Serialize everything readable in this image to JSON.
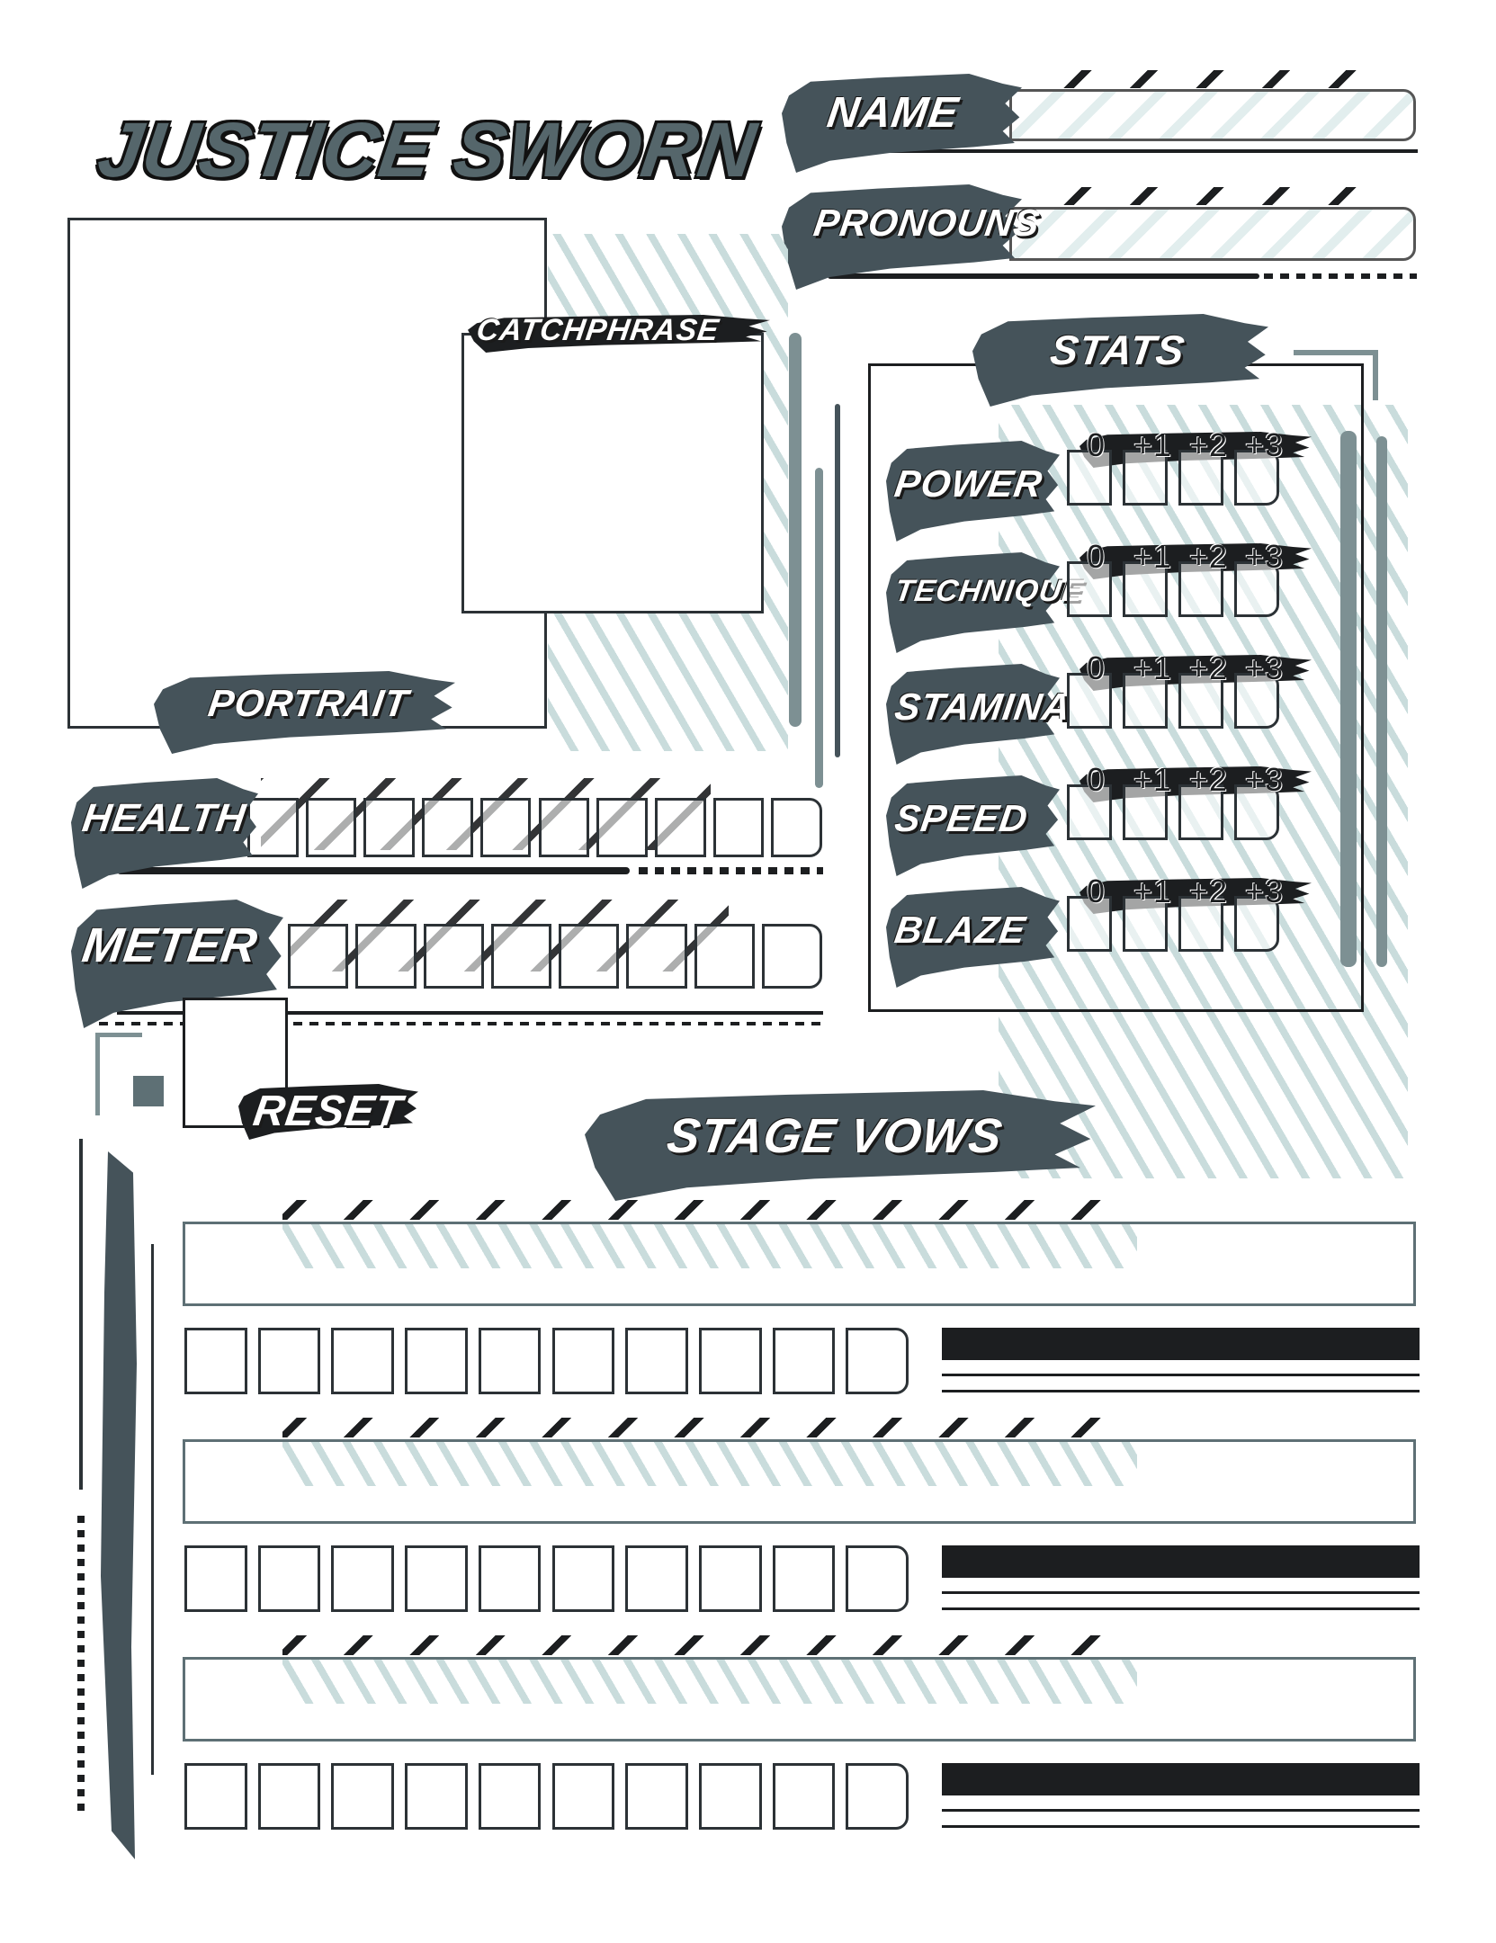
{
  "title": "Justice Sworn",
  "labels": {
    "name": "Name",
    "pronouns": "Pronouns",
    "catchphrase": "Catchphrase",
    "portrait": "Portrait",
    "stats": "Stats",
    "health": "Health",
    "meter": "Meter",
    "reset": "Reset",
    "stage_vows": "Stage Vows"
  },
  "stats": [
    {
      "name": "Power"
    },
    {
      "name": "Technique"
    },
    {
      "name": "Stamina"
    },
    {
      "name": "Speed"
    },
    {
      "name": "Blaze"
    }
  ],
  "stat_values": [
    "0",
    "+1",
    "+2",
    "+3"
  ],
  "health_boxes": 10,
  "meter_boxes": 8,
  "vow_count": 3,
  "vow_boxes": 10,
  "colors": {
    "brush": "#45535a",
    "ink": "#1c1e20",
    "hatch": "#c9dcdc",
    "accent": "#7d9093"
  }
}
